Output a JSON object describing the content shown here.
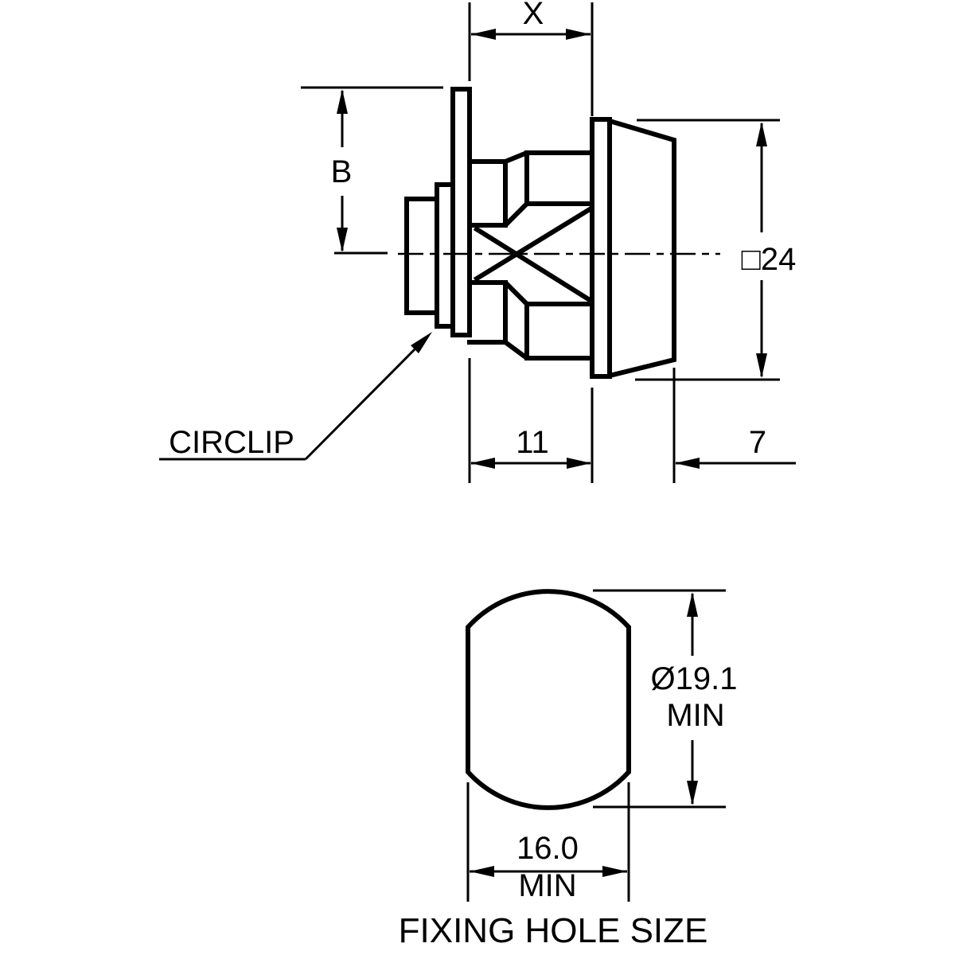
{
  "side_view": {
    "dim_x": "X",
    "dim_b": "B",
    "dim_square_24": "□24",
    "dim_length_11": "11",
    "dim_head_7": "7",
    "circlip_label": "CIRCLIP"
  },
  "fixing_hole_view": {
    "dim_diameter": "Ø19.1",
    "dim_diameter_min": "MIN",
    "dim_width": "16.0",
    "dim_width_min": "MIN",
    "caption": "FIXING HOLE SIZE"
  },
  "style": {
    "line_color": "#000000",
    "background_color": "#ffffff"
  }
}
